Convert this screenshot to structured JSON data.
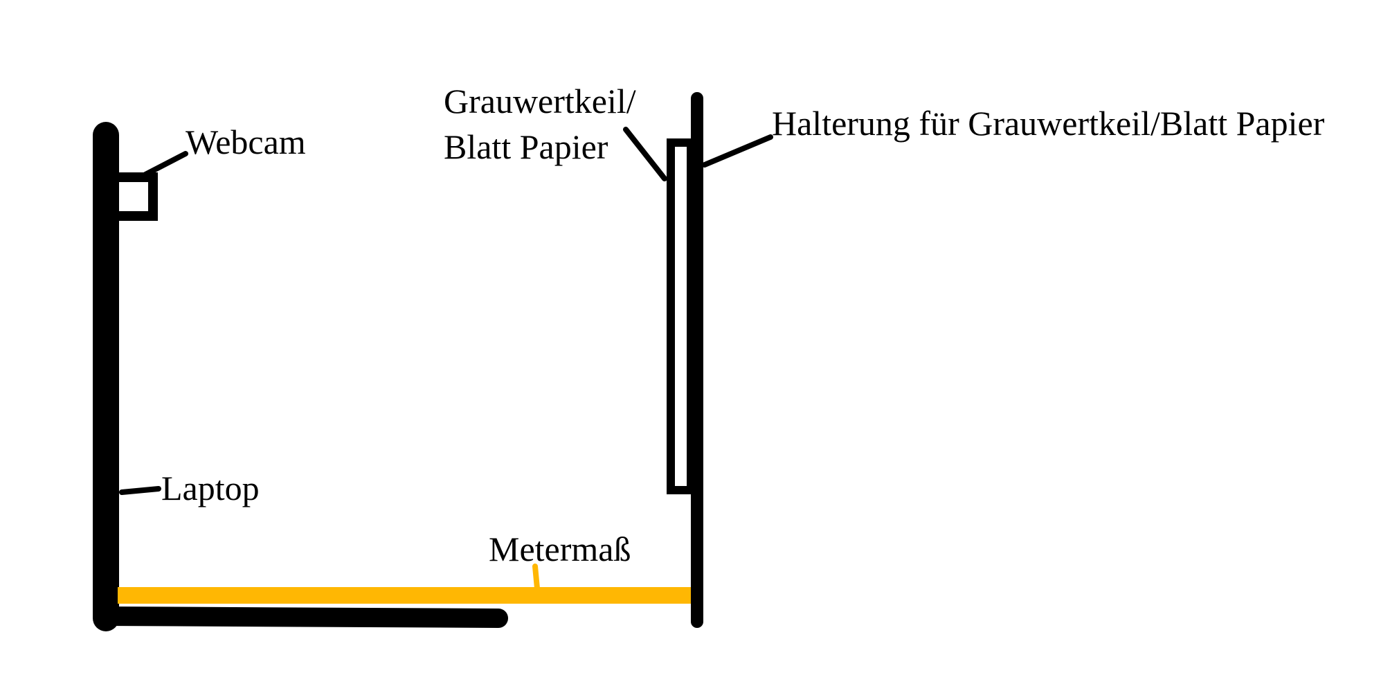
{
  "colors": {
    "line": "#000000",
    "tape": "#ffb703",
    "background": "#ffffff"
  },
  "labels": {
    "webcam": "Webcam",
    "laptop": "Laptop",
    "graukeil_line1": "Grauwertkeil/",
    "graukeil_line2": "Blatt Papier",
    "halterung": "Halterung für Grauwertkeil/Blatt Papier",
    "metermass": "Metermaß"
  }
}
